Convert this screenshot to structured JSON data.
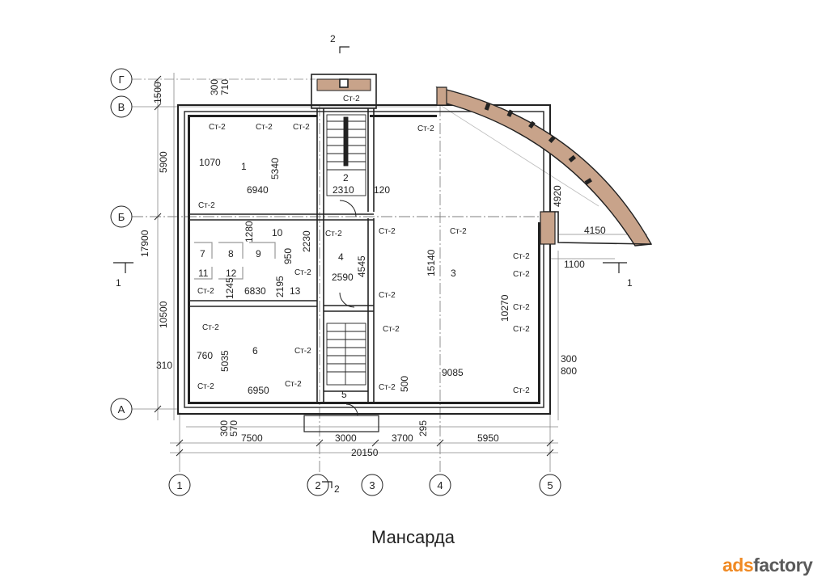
{
  "title": "Мансарда",
  "watermark": {
    "part1": "ads",
    "part2": "factory"
  },
  "axes": {
    "letters": [
      "Г",
      "В",
      "Б",
      "А"
    ],
    "numbers": [
      "1",
      "2",
      "3",
      "4",
      "5"
    ]
  },
  "sections": {
    "top": "2",
    "bottom": "2",
    "left": "1",
    "right": "1"
  },
  "rooms": [
    {
      "num": "1",
      "w": "6940",
      "h": "5340"
    },
    {
      "num": "2",
      "w": "2310"
    },
    {
      "num": "3",
      "w": "9085",
      "h": "15140",
      "h2": "10270"
    },
    {
      "num": "4",
      "w": "2590",
      "h": "4545"
    },
    {
      "num": "5"
    },
    {
      "num": "6",
      "w": "6950",
      "h": "5035"
    },
    {
      "num": "7"
    },
    {
      "num": "8"
    },
    {
      "num": "9"
    },
    {
      "num": "10"
    },
    {
      "num": "11"
    },
    {
      "num": "12"
    },
    {
      "num": "13",
      "w": "6830"
    }
  ],
  "dims": {
    "d1500": "1500",
    "d300a": "300",
    "d710": "710",
    "d5900": "5900",
    "d17900": "17900",
    "d10500": "10500",
    "d310": "310",
    "d1070": "1070",
    "d120": "120",
    "d4920": "4920",
    "d4150": "4150",
    "d1100": "1100",
    "d1280": "1280",
    "d2230": "2230",
    "d950": "950",
    "d2195": "2195",
    "d1245": "1245",
    "d760": "760",
    "d500": "500",
    "d300b": "300",
    "d800": "800",
    "d300c": "300",
    "d570": "570",
    "d295": "295",
    "d7500": "7500",
    "d3000": "3000",
    "d3700": "3700",
    "d5950": "5950",
    "d20150": "20150"
  },
  "wall_type": "Ст-2"
}
